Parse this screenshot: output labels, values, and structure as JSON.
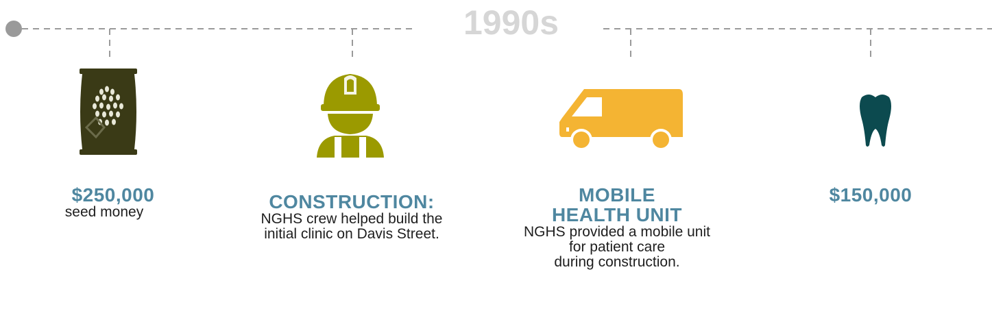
{
  "timeline": {
    "decade_label": "1990s"
  },
  "milestones": [
    {
      "icon": "seed-packet-icon",
      "headline": "$250,000",
      "description": "seed money"
    },
    {
      "icon": "construction-worker-icon",
      "headline": "CONSTRUCTION:",
      "description": "NGHS crew helped build the\ninitial clinic on Davis Street."
    },
    {
      "icon": "van-icon",
      "headline": "MOBILE\nHEALTH UNIT",
      "description": "NGHS provided a mobile unit\nfor patient care\nduring construction."
    },
    {
      "icon": "tooth-icon",
      "headline": "$150,000",
      "description": ""
    }
  ],
  "colors": {
    "headline": "#4f87a0",
    "decade": "#d6d6d6",
    "timeline_line": "#9a9a9a",
    "seed_packet": "#3a3a16",
    "worker": "#9b9a00",
    "van": "#f4b433",
    "tooth": "#0c4a4f"
  }
}
